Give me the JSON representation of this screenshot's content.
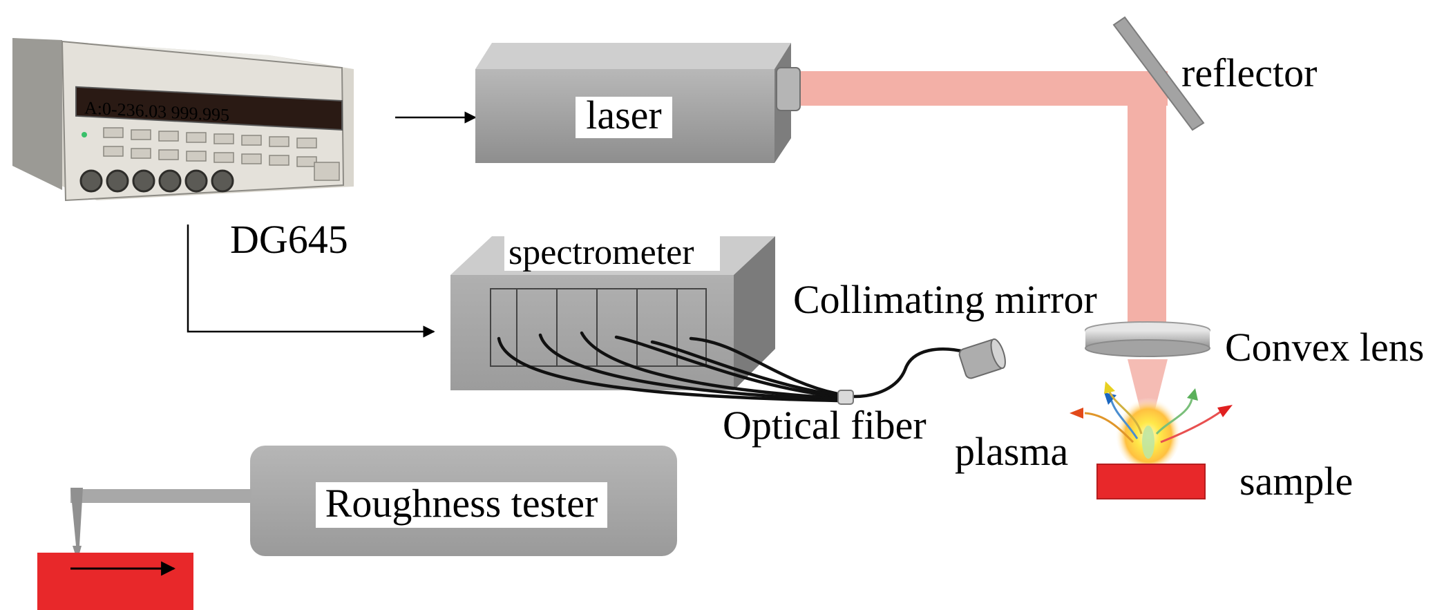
{
  "labels": {
    "dg645": "DG645",
    "laser": "laser",
    "reflector": "reflector",
    "spectrometer": "spectrometer",
    "collimating_mirror": "Collimating mirror",
    "convex_lens": "Convex lens",
    "optical_fiber": "Optical fiber",
    "plasma": "plasma",
    "sample": "sample",
    "roughness_tester": "Roughness tester"
  },
  "device_display": "A:0-236.03  999.995",
  "colors": {
    "beam": "#f3b0a7",
    "sample": "#e8282a",
    "box_gray": "#a8a8a8",
    "display_red": "#ff2a2a"
  }
}
